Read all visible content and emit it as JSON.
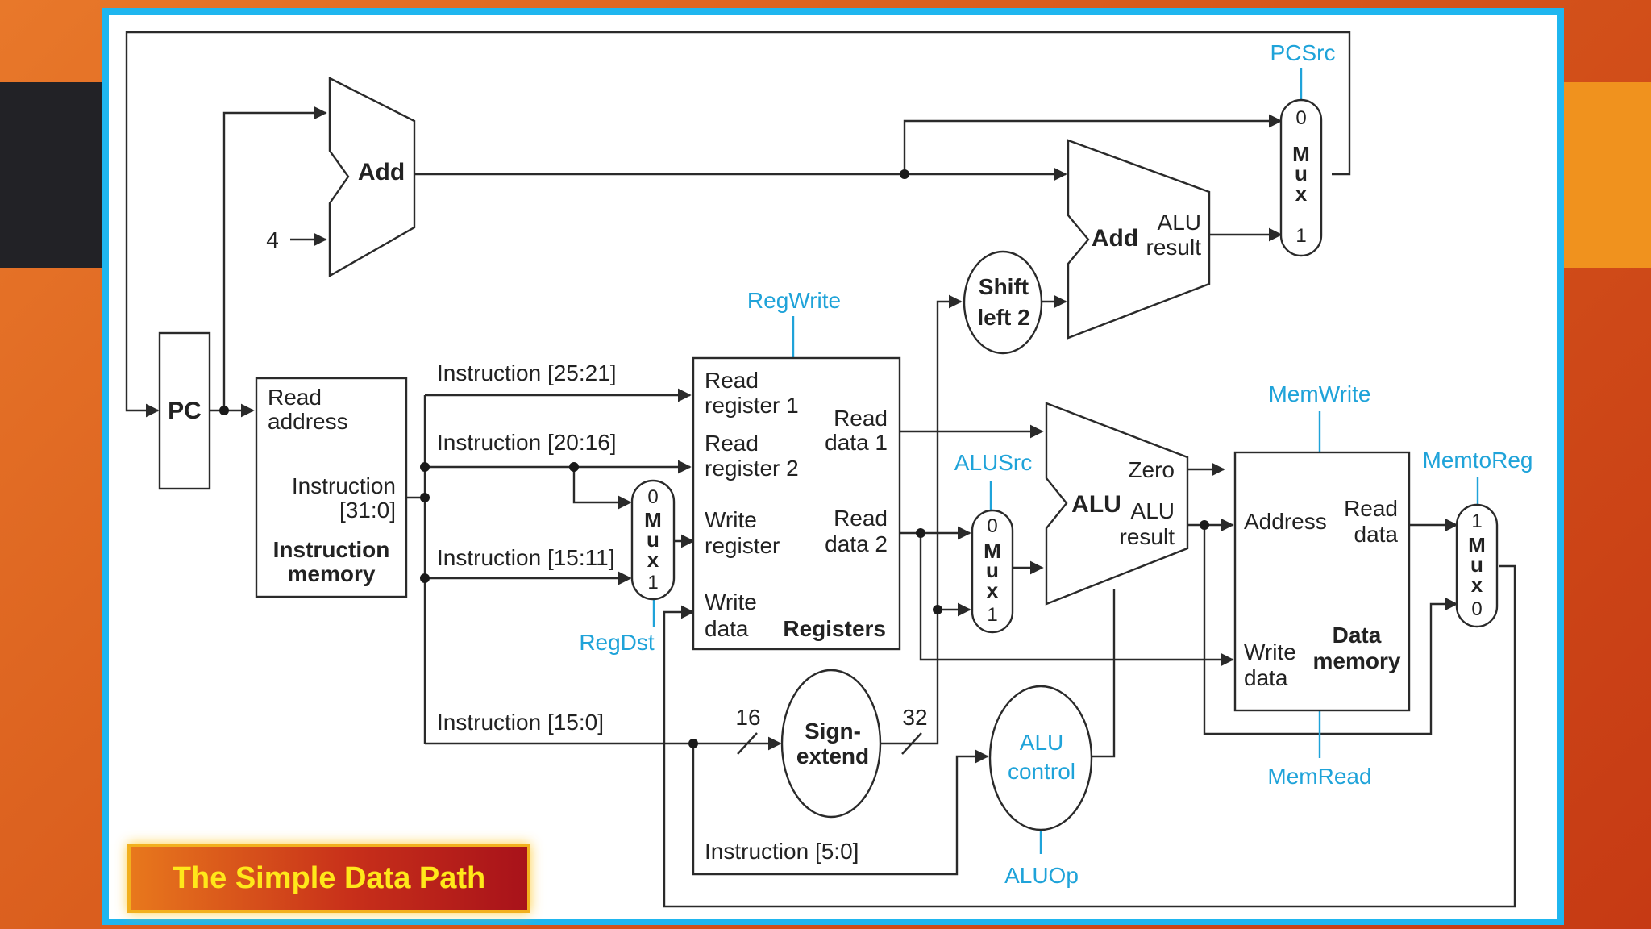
{
  "slide": {
    "title": "The Simple Data Path",
    "colors": {
      "frame": "#1fb6ef",
      "control": "#1fa3d9",
      "wire": "#2a2a2a",
      "title_text": "#ffe81a"
    }
  },
  "diagram": {
    "pc": "PC",
    "add_pc": "Add",
    "const_four": "4",
    "instr_mem": {
      "read1": "Read",
      "read2": "address",
      "instr1": "Instruction",
      "instr2": "[31:0]",
      "name1": "Instruction",
      "name2": "memory"
    },
    "instr_fields": {
      "f25_21": "Instruction [25:21]",
      "f20_16": "Instruction [20:16]",
      "f15_11": "Instruction [15:11]",
      "f15_0": "Instruction [15:0]",
      "f5_0": "Instruction [5:0]"
    },
    "registers": {
      "rr1a": "Read",
      "rr1b": "register 1",
      "rr2a": "Read",
      "rr2b": "register 2",
      "wra": "Write",
      "wrb": "register",
      "wda": "Write",
      "wdb": "data",
      "rd1a": "Read",
      "rd1b": "data 1",
      "rd2a": "Read",
      "rd2b": "data 2",
      "name": "Registers"
    },
    "mux": {
      "zero": "0",
      "one": "1",
      "m": "M",
      "u": "u",
      "x": "x"
    },
    "sign_extend": {
      "line1": "Sign-",
      "line2": "extend",
      "in_bits": "16",
      "out_bits": "32"
    },
    "shift_left": {
      "line1": "Shift",
      "line2": "left 2"
    },
    "add_branch": {
      "name": "Add",
      "res1": "ALU",
      "res2": "result"
    },
    "alu": {
      "name": "ALU",
      "zero": "Zero",
      "res1": "ALU",
      "res2": "result"
    },
    "alu_control": {
      "line1": "ALU",
      "line2": "control"
    },
    "data_mem": {
      "address": "Address",
      "rd1": "Read",
      "rd2": "data",
      "wd1": "Write",
      "wd2": "data",
      "name1": "Data",
      "name2": "memory"
    },
    "signals": {
      "pcsrc": "PCSrc",
      "regwrite": "RegWrite",
      "regdst": "RegDst",
      "alusrc": "ALUSrc",
      "memwrite": "MemWrite",
      "memtoreg": "MemtoReg",
      "memread": "MemRead",
      "aluop": "ALUOp"
    }
  }
}
